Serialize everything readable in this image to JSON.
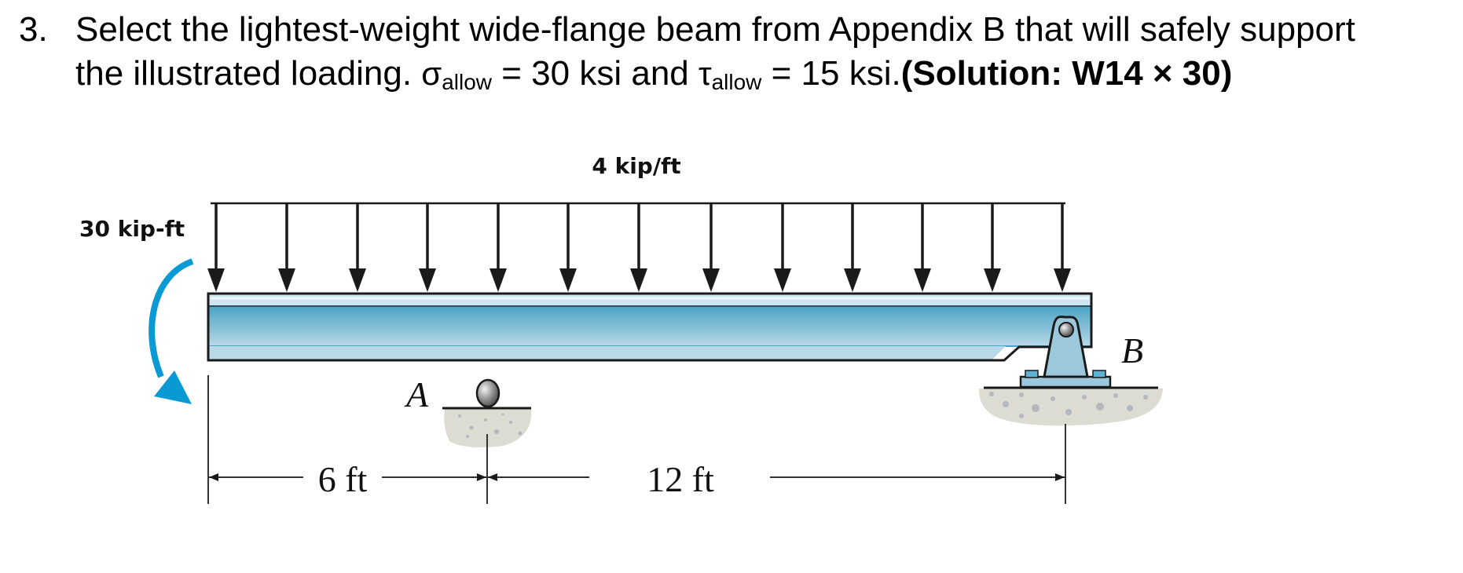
{
  "problem": {
    "number": "3.",
    "text_line1": "Select the lightest-weight wide-flange beam from Appendix B that will safely support",
    "text_line2_prefix": "the illustrated loading.",
    "sigma_symbol": "σ",
    "sigma_sub": "allow",
    "sigma_value": " = 30 ksi and ",
    "tau_symbol": "τ",
    "tau_sub": "allow",
    "tau_value": " = 15 ksi.",
    "solution": "(Solution: W14 × 30)"
  },
  "figure": {
    "distributed_load_label": "4 kip/ft",
    "moment_label": "30 kip-ft",
    "support_a_label": "A",
    "support_b_label": "B",
    "dimension_left": "6 ft",
    "dimension_right": "12 ft",
    "colors": {
      "beam_light": "#b9d9e8",
      "beam_mid": "#4aa3c4",
      "moment_arrow": "#0a9ad3",
      "support_fill": "#9cc8dc",
      "ground": "#d9d8d0",
      "ground_speckle": "#b4b6c0"
    }
  }
}
